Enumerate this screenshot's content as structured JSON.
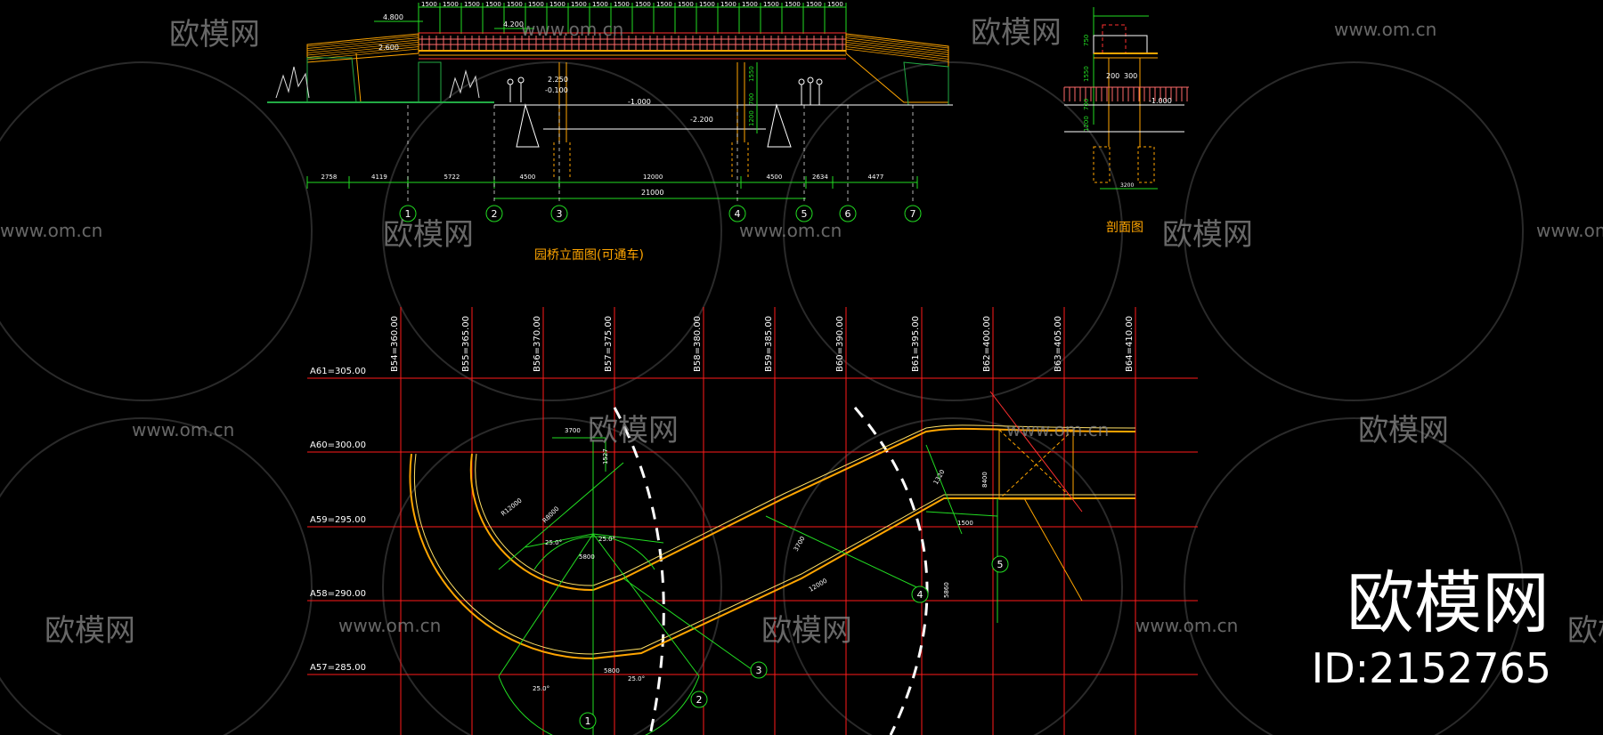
{
  "elevation": {
    "title": "园桥立面图(可通车)",
    "top_dims": [
      "1500",
      "1500",
      "1500",
      "1500",
      "1500",
      "1500",
      "1500",
      "1500",
      "1500",
      "1500",
      "1500",
      "1500",
      "1500",
      "1500",
      "1500",
      "1500",
      "1500",
      "1500",
      "1500",
      "1500"
    ],
    "bottom_dims": [
      "2758",
      "4119",
      "5722",
      "4500",
      "12000",
      "4500",
      "2634",
      "4477"
    ],
    "overall_dim": "21000",
    "levels": [
      "4.800",
      "2.600",
      "4.200",
      "2.250",
      "-0.100",
      "-1.000",
      "-2.200"
    ],
    "vert_dims": [
      "1550",
      "700",
      "1200"
    ],
    "axis_labels": [
      "1",
      "2",
      "3",
      "4",
      "5",
      "6",
      "7"
    ]
  },
  "section": {
    "title": "剖面图",
    "dims": [
      "750",
      "1550",
      "700",
      "1200",
      "200",
      "300",
      "3200"
    ],
    "level": "-1.000"
  },
  "plan": {
    "col_labels": [
      "B54=360.00",
      "B55=365.00",
      "B56=370.00",
      "B57=375.00",
      "B58=380.00",
      "B59=385.00",
      "B60=390.00",
      "B61=395.00",
      "B62=400.00",
      "B63=405.00",
      "B64=410.00"
    ],
    "row_labels": [
      "A61=305.00",
      "A60=300.00",
      "A59=295.00",
      "A58=290.00",
      "A57=285.00"
    ],
    "axis_labels": [
      "1",
      "2",
      "3",
      "4",
      "5"
    ],
    "notes": [
      "R12000",
      "R8000",
      "25.0°",
      "25.0°",
      "5800",
      "25.0°",
      "25.0°",
      "5800",
      "3700",
      "1527",
      "12000",
      "3700",
      "1320",
      "1500",
      "5860",
      "8400"
    ]
  },
  "watermark": {
    "brand": "欧模网",
    "site": "www.om.cn",
    "id_text": "ID:2152765"
  },
  "colors": {
    "background": "#000000",
    "grid": "#ff1a1a",
    "dim": "#22dd22",
    "bridge": "#ffa500",
    "bridge_inner": "#ffe066",
    "line_white": "#ffffff",
    "watermark": "#8a8a8a"
  }
}
